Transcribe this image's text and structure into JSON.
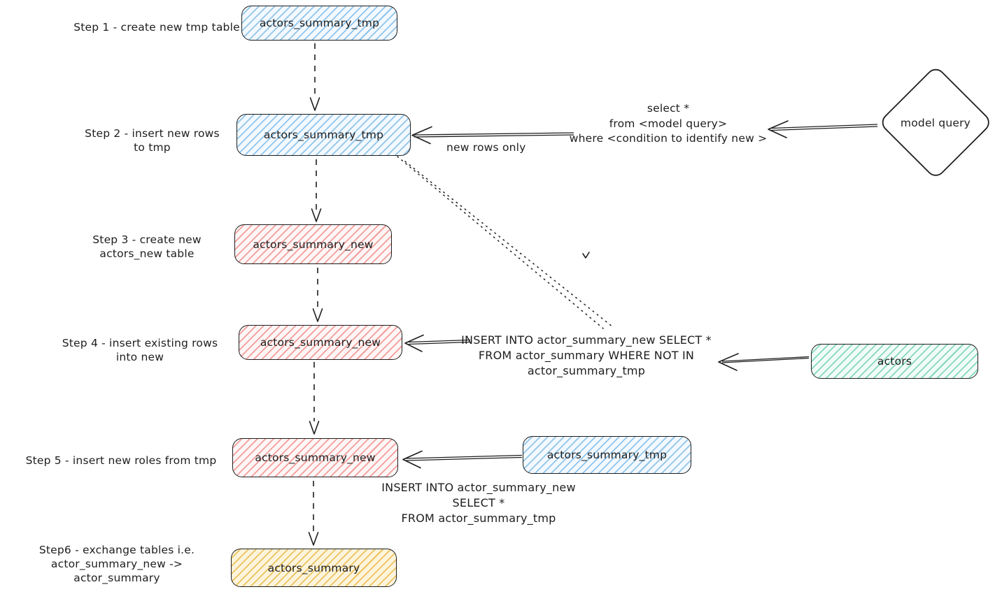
{
  "flow": {
    "steps": [
      {
        "label": "Step 1 - create new tmp table",
        "node": "actors_summary_tmp",
        "color": "blue"
      },
      {
        "label": "Step 2 - insert new rows\nto tmp",
        "node": "actors_summary_tmp",
        "color": "blue"
      },
      {
        "label": "Step 3 - create new\nactors_new table",
        "node": "actors_summary_new",
        "color": "pink"
      },
      {
        "label": "Step 4 - insert existing rows\ninto new",
        "node": "actors_summary_new",
        "color": "pink"
      },
      {
        "label": "Step 5 - insert new roles from tmp",
        "node": "actors_summary_new",
        "color": "pink"
      },
      {
        "label": "Step6 - exchange tables i.e.\nactor_summary_new -> actor_summary",
        "node": "actors_summary",
        "color": "yellow"
      }
    ]
  },
  "side": {
    "model_query_diamond": "model query",
    "select_query_sql": "select *\nfrom <model query>\nwhere <condition to identify new >",
    "new_rows_only": "new rows only",
    "insert_existing_sql": "INSERT INTO actor_summary_new SELECT *\nFROM actor_summary WHERE NOT IN\nactor_summary_tmp",
    "insert_from_tmp_sql": "INSERT INTO actor_summary_new\nSELECT *\nFROM actor_summary_tmp",
    "tmp_source_node": "actors_summary_tmp",
    "actors_node": "actors"
  },
  "palette": {
    "stroke": "#1e1e1e",
    "blue": "#a5d8ff",
    "pink": "#ffc9c9",
    "teal": "#96f2d7",
    "yellow": "#ffec99",
    "background": "#ffffff"
  }
}
